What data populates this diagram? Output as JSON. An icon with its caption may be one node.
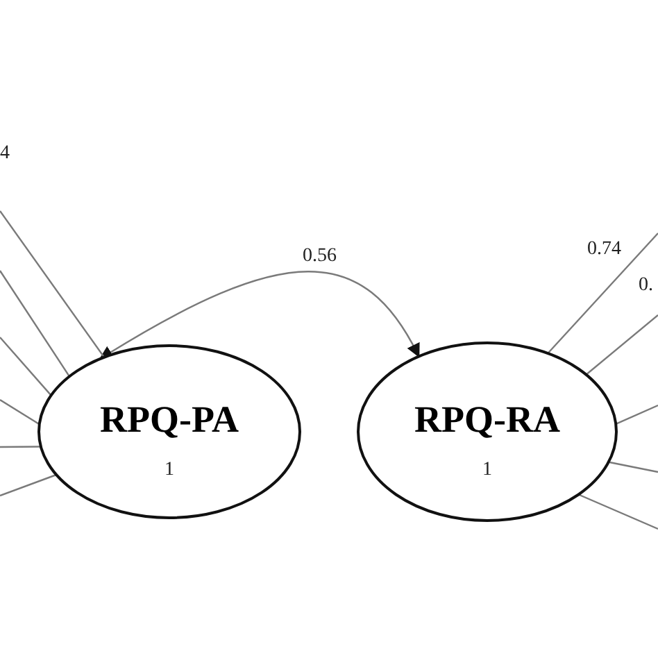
{
  "diagram": {
    "nodes": [
      {
        "text": [
          "RPQ-PA",
          "1"
        ]
      },
      {
        "text": [
          "RPQ-RA",
          "1"
        ]
      }
    ],
    "edges": [
      {
        "from": 0,
        "to": 1,
        "label": "0.56",
        "arrow": "both"
      },
      {
        "from": 0,
        "to": null,
        "arrow": "none"
      },
      {
        "from": 0,
        "to": null,
        "arrow": "none"
      },
      {
        "from": 0,
        "to": null,
        "arrow": "none"
      },
      {
        "from": 0,
        "to": null,
        "arrow": "none"
      },
      {
        "from": 0,
        "to": null,
        "arrow": "none"
      },
      {
        "from": 0,
        "to": null,
        "arrow": "none"
      },
      {
        "from": 1,
        "to": null,
        "arrow": "none"
      },
      {
        "from": 1,
        "to": null,
        "arrow": "none"
      },
      {
        "from": 1,
        "to": null,
        "arrow": "none"
      },
      {
        "from": 1,
        "to": null,
        "arrow": "none"
      },
      {
        "from": 1,
        "to": null,
        "arrow": "none"
      }
    ],
    "labels": [
      "4",
      "0.74",
      "0."
    ]
  }
}
